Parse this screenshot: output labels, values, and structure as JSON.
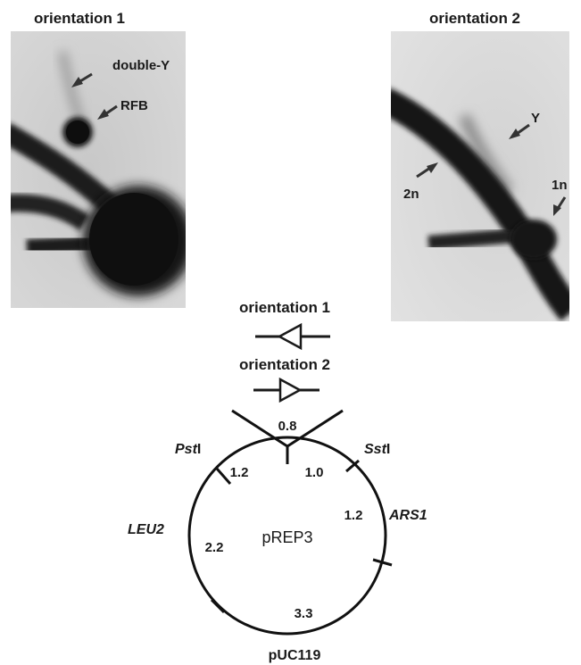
{
  "panels": {
    "left": {
      "title": "orientation 1",
      "labels": {
        "double_y": "double-Y",
        "rfb": "RFB"
      }
    },
    "right": {
      "title": "orientation 2",
      "labels": {
        "y": "Y",
        "two_n": "2n",
        "one_n": "1n"
      }
    }
  },
  "diagram": {
    "orientation1_label": "orientation 1",
    "orientation2_label": "orientation 2",
    "plasmid_name": "pREP3",
    "vector_name": "pUC119",
    "insert_size": "0.8",
    "sites": {
      "pst": {
        "main": "Pst",
        "suffix": "I"
      },
      "sst": {
        "main": "Sst",
        "suffix": "I"
      }
    },
    "features": {
      "leu2": "LEU2",
      "ars1": "ARS1"
    },
    "segments": {
      "left_top": "1.2",
      "right_top": "1.0",
      "right": "1.2",
      "left": "2.2",
      "bottom": "3.3"
    }
  }
}
